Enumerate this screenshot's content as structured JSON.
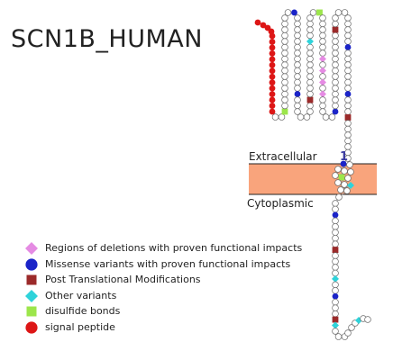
{
  "title": "SCN1B_HUMAN",
  "regions": {
    "extracellular": "Extracellular",
    "cytoplasmic": "Cytoplasmic",
    "transmembrane_number": "1"
  },
  "colors": {
    "membrane_fill": "#f9a47c",
    "residue_fill": "#ffffff",
    "residue_stroke": "#6a6a6a",
    "deletion": "#e58be3",
    "missense": "#1b24c8",
    "ptm": "#9b2a2a",
    "other_variant": "#2fd3da",
    "disulfide": "#9ce64b",
    "signal_peptide": "#dd1616",
    "tm_number": "#3b3ba0"
  },
  "legend": [
    {
      "shape": "diamond",
      "color": "#e58be3",
      "label": "Regions of deletions with proven functional impacts"
    },
    {
      "shape": "circle",
      "color": "#1b24c8",
      "label": "Missense variants with proven functional impacts"
    },
    {
      "shape": "square",
      "color": "#9b2a2a",
      "label": "Post Translational Modifications"
    },
    {
      "shape": "diamond",
      "color": "#2fd3da",
      "label": "Other variants"
    },
    {
      "shape": "square",
      "color": "#9ce64b",
      "label": "disulfide bonds"
    },
    {
      "shape": "circle",
      "color": "#dd1616",
      "label": "signal peptide"
    }
  ]
}
